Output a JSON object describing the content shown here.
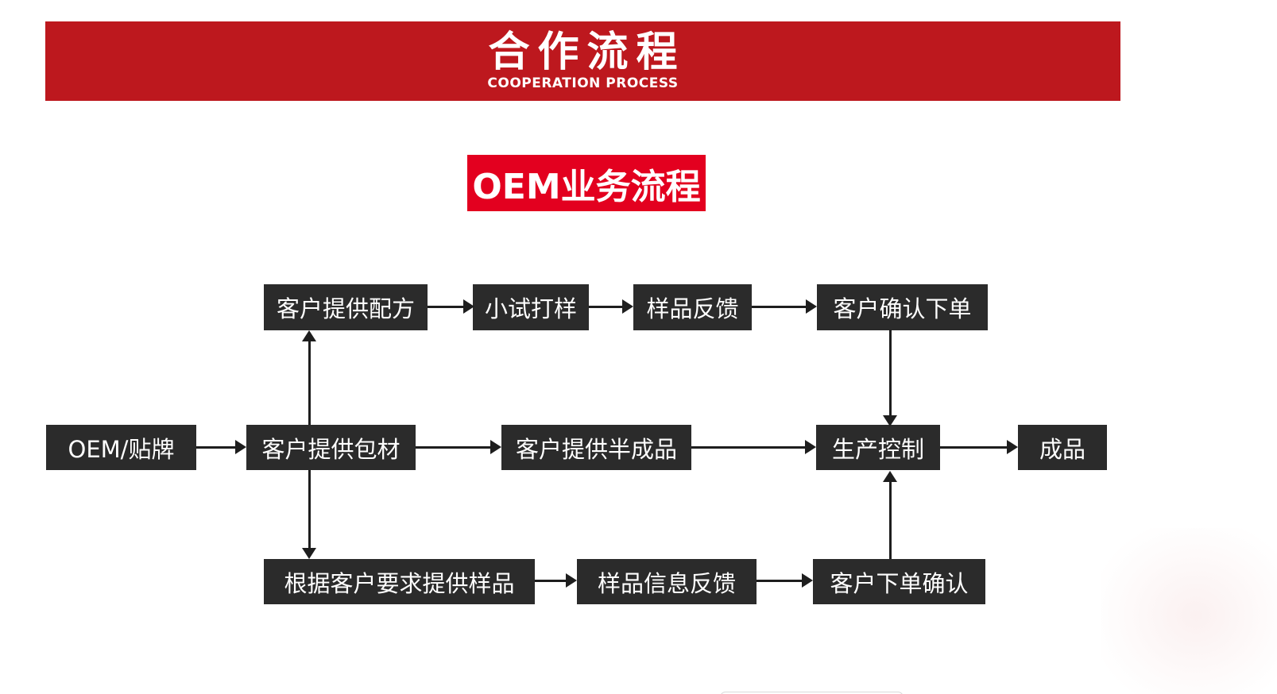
{
  "colors": {
    "banner_red": "#bd181e",
    "section_red": "#e3001f",
    "node_dark": "#2b2b2b",
    "arrow_dark": "#1e1e1e",
    "text_white": "#ffffff"
  },
  "banner": {
    "title": "合作流程",
    "subtitle": "COOPERATION PROCESS"
  },
  "section": {
    "label": "OEM业务流程"
  },
  "flow": {
    "row1": [
      {
        "label": "客户提供配方"
      },
      {
        "label": "小试打样"
      },
      {
        "label": "样品反馈"
      },
      {
        "label": "客户确认下单"
      }
    ],
    "row2": [
      {
        "label": "OEM/贴牌"
      },
      {
        "label": "客户提供包材"
      },
      {
        "label": "客户提供半成品"
      },
      {
        "label": "生产控制"
      },
      {
        "label": "成品"
      }
    ],
    "row3": [
      {
        "label": "根据客户要求提供样品"
      },
      {
        "label": "样品信息反馈"
      },
      {
        "label": "客户下单确认"
      }
    ],
    "edges": [
      {
        "from": "OEM/贴牌",
        "to": "客户提供包材"
      },
      {
        "from": "客户提供包材",
        "to": "客户提供配方"
      },
      {
        "from": "客户提供包材",
        "to": "根据客户要求提供样品"
      },
      {
        "from": "客户提供包材",
        "to": "客户提供半成品"
      },
      {
        "from": "客户提供配方",
        "to": "小试打样"
      },
      {
        "from": "小试打样",
        "to": "样品反馈"
      },
      {
        "from": "样品反馈",
        "to": "客户确认下单"
      },
      {
        "from": "客户确认下单",
        "to": "生产控制"
      },
      {
        "from": "客户提供半成品",
        "to": "生产控制"
      },
      {
        "from": "根据客户要求提供样品",
        "to": "样品信息反馈"
      },
      {
        "from": "样品信息反馈",
        "to": "客户下单确认"
      },
      {
        "from": "客户下单确认",
        "to": "生产控制"
      },
      {
        "from": "生产控制",
        "to": "成品"
      }
    ]
  }
}
